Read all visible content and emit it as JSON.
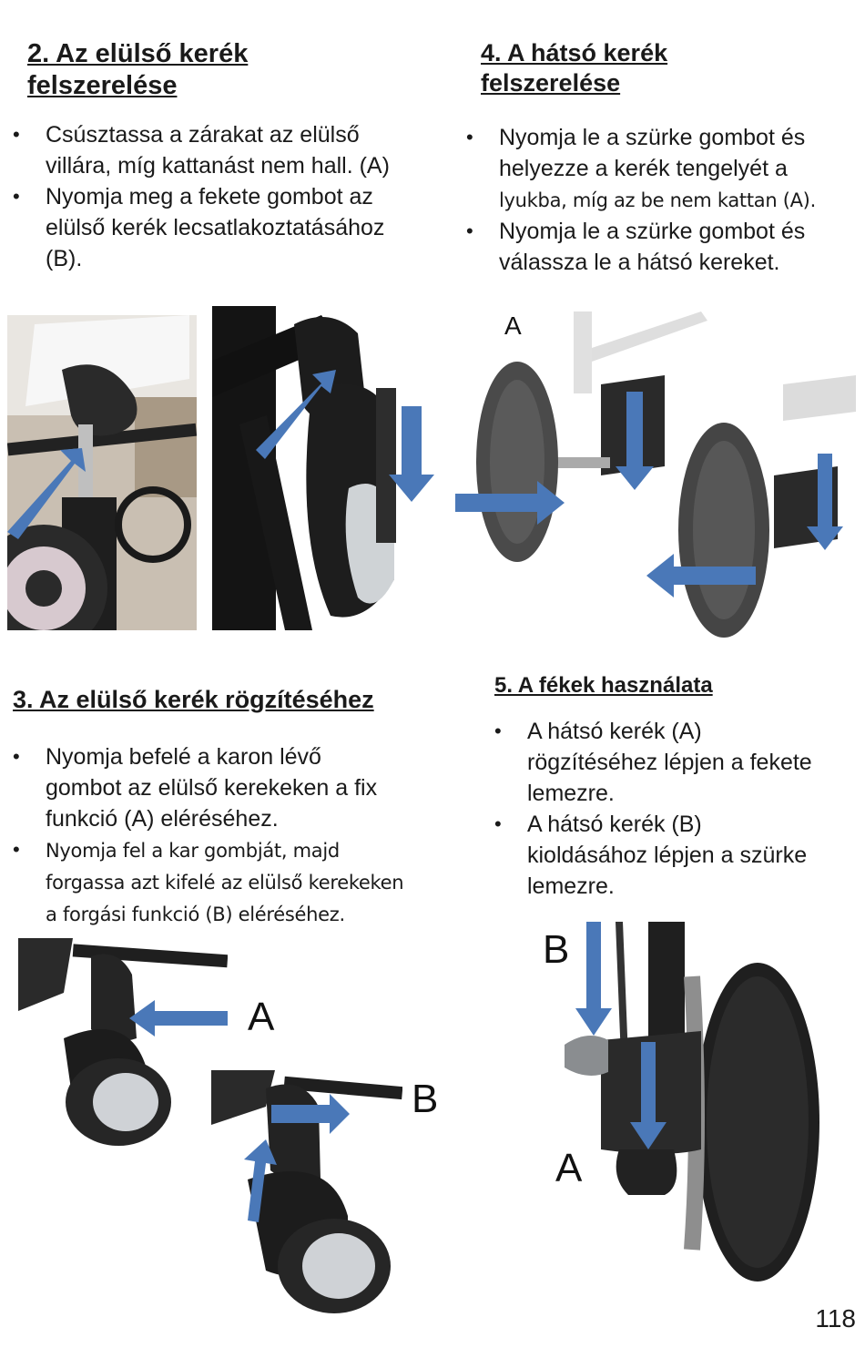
{
  "section2": {
    "title_line1": "2. Az elülső kerék",
    "title_line2": "felszerelése",
    "bullets": [
      {
        "line1": "Csúsztassa a zárakat az elülső",
        "line2": "villára, míg kattanást nem hall.  (A)"
      },
      {
        "line1": "Nyomja meg a fekete gombot az",
        "line2": "elülső kerék lecsatlakoztatásához",
        "line3": "(B)."
      }
    ]
  },
  "section4": {
    "title_line1": "4. A hátsó kerék",
    "title_line2": "felszerelése",
    "bullets": [
      {
        "line1": "Nyomja le a szürke gombot és",
        "line2": "helyezze a kerék tengelyét a",
        "line3": "lyukba, míg az be nem kattan (A)."
      },
      {
        "line1": "Nyomja le a szürke gombot és",
        "line2": "válassza le a hátsó kereket."
      }
    ],
    "photo_label_a": "A"
  },
  "section3": {
    "title": "3. Az elülső kerék rögzítéséhez",
    "bullets": [
      {
        "line1": "Nyomja befelé a karon lévő",
        "line2": "gombot az elülső kerekeken a fix",
        "line3": "funkció (A) eléréséhez."
      },
      {
        "line1": "Nyomja fel a kar gombját, majd",
        "line2": "forgassa azt kifelé az elülső kerekeken",
        "line3": "a  forgási funkció (B) eléréséhez."
      }
    ],
    "label_a": "A",
    "label_b": "B"
  },
  "section5": {
    "title": "5. A fékek használata",
    "bullets": [
      {
        "line1": "A hátsó kerék (A)",
        "line2": "rögzítéséhez lépjen a fekete",
        "line3": "lemezre."
      },
      {
        "line1": "A hátsó kerék (B)",
        "line2": "kioldásához lépjen a szürke",
        "line3": "lemezre."
      }
    ],
    "label_a": "A",
    "label_b": "B"
  },
  "page_number": "118",
  "colors": {
    "arrow_blue": "#4a78b8",
    "wheel_dark": "#2b2b2b",
    "text": "#1a1a1a"
  }
}
